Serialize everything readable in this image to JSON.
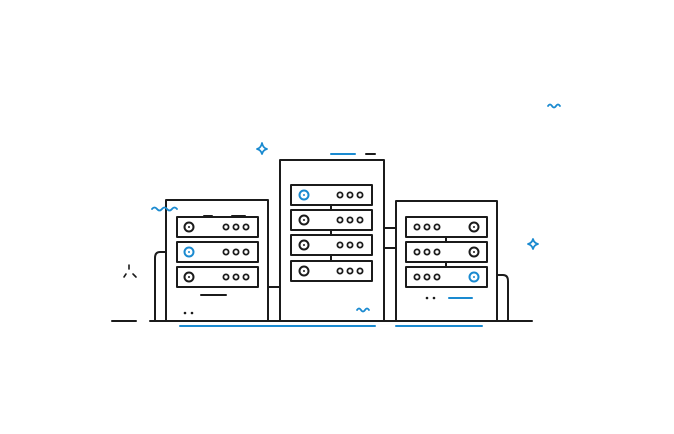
{
  "illustration": {
    "icon": "server-racks-illustration",
    "colors": {
      "background": "#ffffff",
      "stroke": "#1b1b1b",
      "accent": "#1a8ad0"
    },
    "racks": [
      {
        "name": "left-rack",
        "units": 3,
        "accent_unit": 2
      },
      {
        "name": "center-rack",
        "units": 4,
        "accent_unit": 1
      },
      {
        "name": "right-rack",
        "units": 3,
        "accent_unit": 3
      }
    ],
    "decorations": [
      "sparkle-icon",
      "wave-icon",
      "dots-icon"
    ]
  }
}
